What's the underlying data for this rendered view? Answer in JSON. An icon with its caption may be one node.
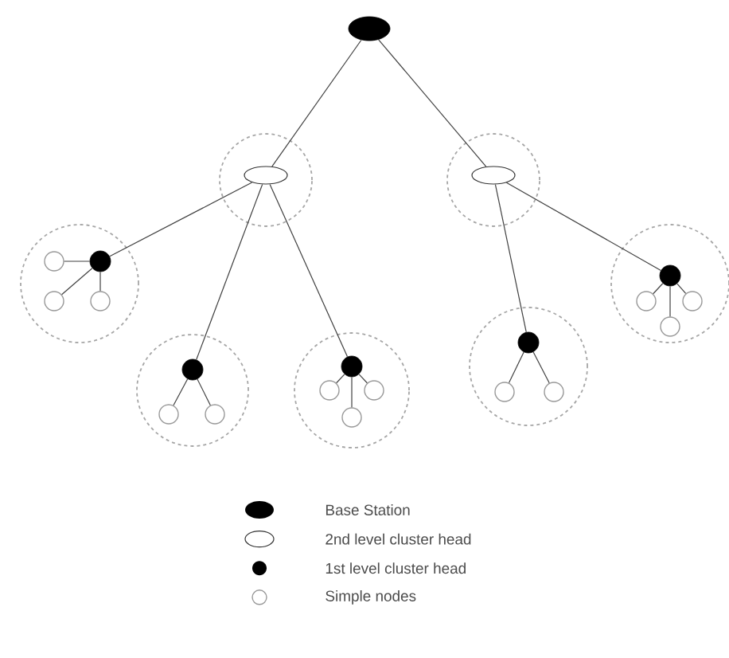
{
  "diagram": {
    "nodes": [
      {
        "text": [],
        "shape": "ellipse"
      },
      {
        "text": [],
        "shape": "circle"
      },
      {
        "text": [],
        "shape": "ellipse",
        "in": 1
      },
      {
        "text": [],
        "shape": "circle"
      },
      {
        "text": [],
        "shape": "ellipse",
        "in": 3
      },
      {
        "text": [],
        "shape": "circle"
      },
      {
        "text": [],
        "shape": "circle",
        "in": 5
      },
      {
        "text": [],
        "shape": "circle",
        "in": 5
      },
      {
        "text": [],
        "shape": "circle",
        "in": 5
      },
      {
        "text": [],
        "shape": "circle",
        "in": 5
      },
      {
        "text": [],
        "shape": "circle"
      },
      {
        "text": [],
        "shape": "circle",
        "in": 10
      },
      {
        "text": [],
        "shape": "circle",
        "in": 10
      },
      {
        "text": [],
        "shape": "circle",
        "in": 10
      },
      {
        "text": [],
        "shape": "circle"
      },
      {
        "text": [],
        "shape": "circle",
        "in": 14
      },
      {
        "text": [],
        "shape": "circle",
        "in": 14
      },
      {
        "text": [],
        "shape": "circle",
        "in": 14
      },
      {
        "text": [],
        "shape": "circle",
        "in": 14
      },
      {
        "text": [],
        "shape": "circle"
      },
      {
        "text": [],
        "shape": "circle",
        "in": 19
      },
      {
        "text": [],
        "shape": "circle",
        "in": 19
      },
      {
        "text": [],
        "shape": "circle",
        "in": 19
      },
      {
        "text": [],
        "shape": "circle"
      },
      {
        "text": [],
        "shape": "circle",
        "in": 23
      },
      {
        "text": [],
        "shape": "circle",
        "in": 23
      },
      {
        "text": [],
        "shape": "circle",
        "in": 23
      },
      {
        "text": [],
        "shape": "circle",
        "in": 23
      }
    ],
    "edges": [
      {
        "from": 0,
        "to": 2,
        "arrow": "none"
      },
      {
        "from": 0,
        "to": 4,
        "arrow": "none"
      },
      {
        "from": 2,
        "to": 6,
        "arrow": "none"
      },
      {
        "from": 2,
        "to": 11,
        "arrow": "none"
      },
      {
        "from": 2,
        "to": 15,
        "arrow": "none"
      },
      {
        "from": 4,
        "to": 20,
        "arrow": "none"
      },
      {
        "from": 4,
        "to": 24,
        "arrow": "none"
      },
      {
        "from": 6,
        "to": 7,
        "arrow": "none"
      },
      {
        "from": 6,
        "to": 8,
        "arrow": "none"
      },
      {
        "from": 6,
        "to": 9,
        "arrow": "none"
      },
      {
        "from": 11,
        "to": 12,
        "arrow": "none"
      },
      {
        "from": 11,
        "to": 13,
        "arrow": "none"
      },
      {
        "from": 15,
        "to": 16,
        "arrow": "none"
      },
      {
        "from": 15,
        "to": 17,
        "arrow": "none"
      },
      {
        "from": 15,
        "to": 18,
        "arrow": "none"
      },
      {
        "from": 20,
        "to": 21,
        "arrow": "none"
      },
      {
        "from": 20,
        "to": 22,
        "arrow": "none"
      },
      {
        "from": 24,
        "to": 25,
        "arrow": "none"
      },
      {
        "from": 24,
        "to": 26,
        "arrow": "none"
      },
      {
        "from": 24,
        "to": 27,
        "arrow": "none"
      }
    ],
    "legend": [
      {
        "text": "Base Station"
      },
      {
        "text": "2nd level cluster head"
      },
      {
        "text": "1st level cluster head"
      },
      {
        "text": "Simple nodes"
      }
    ]
  }
}
